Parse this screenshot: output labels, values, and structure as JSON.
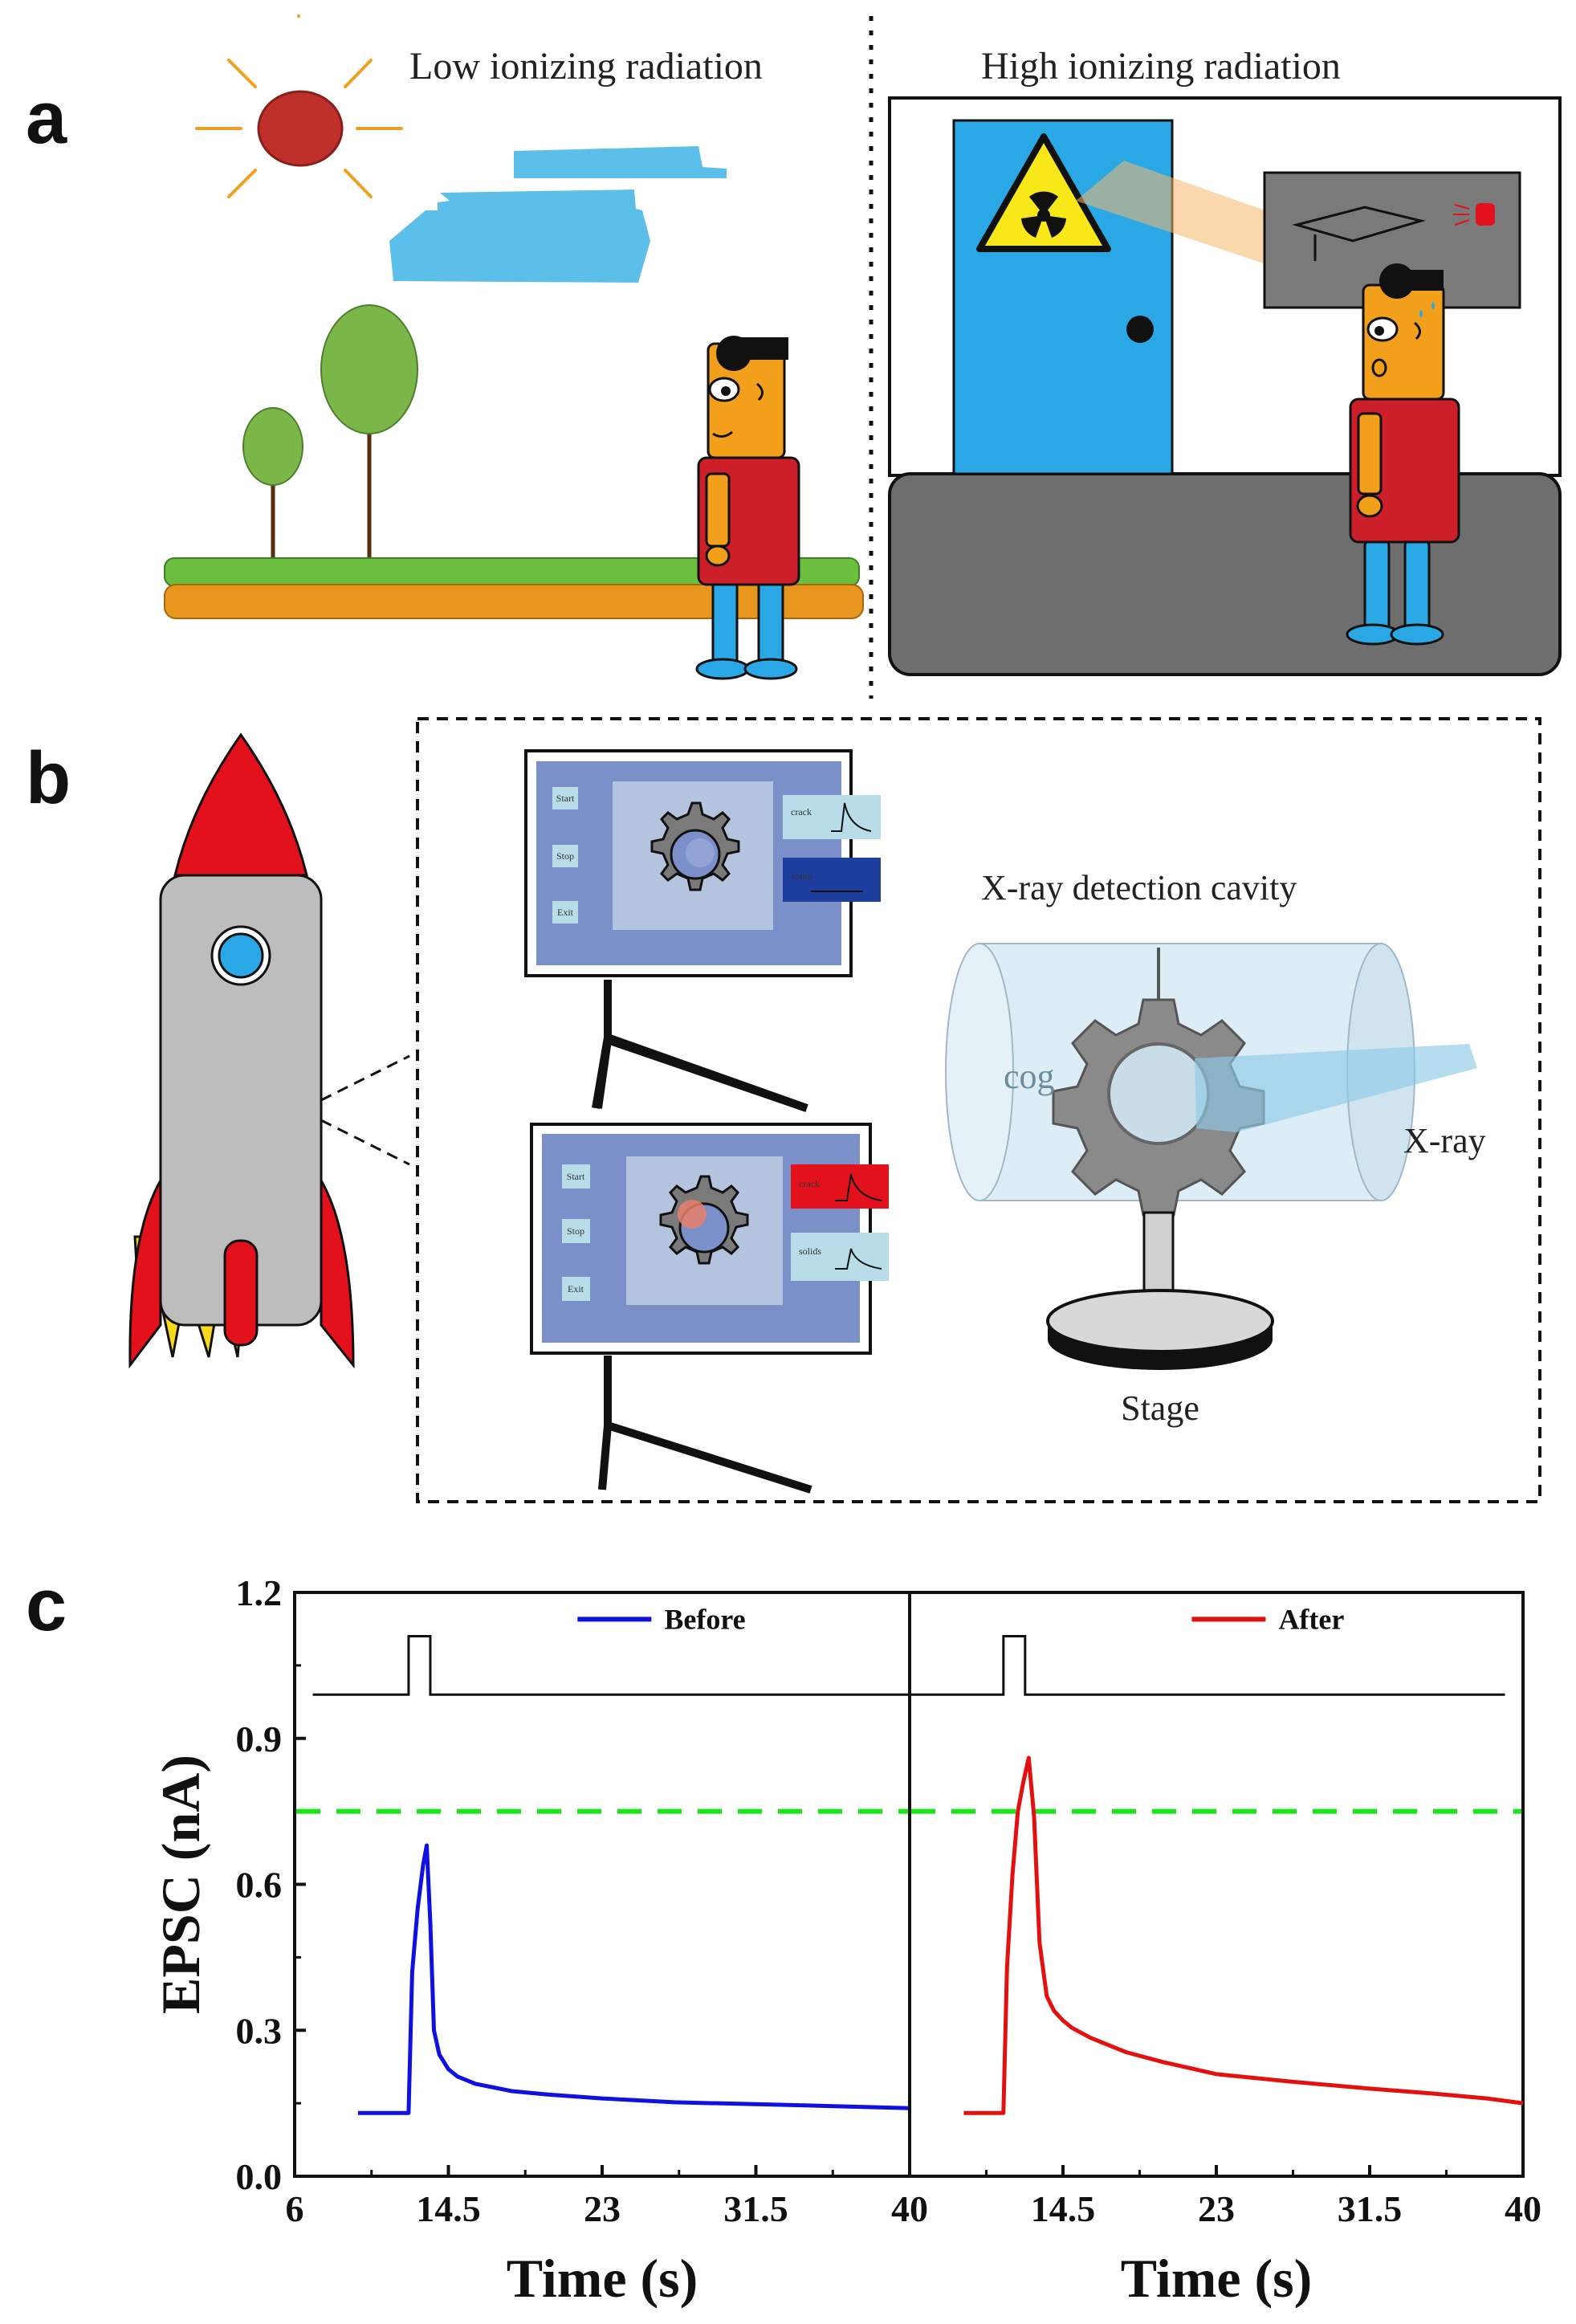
{
  "panels": {
    "a": {
      "label": "a",
      "left_title": "Low ionizing radiation",
      "right_title": "High ionizing radiation"
    },
    "b": {
      "label": "b",
      "cavity_title": "X-ray detection cavity",
      "cog_label": "cog",
      "xray_label": "X-ray",
      "stage_label": "Stage",
      "monitor_top": {
        "buttons": [
          "Start",
          "Stop",
          "Exit"
        ],
        "status_crack": "crack",
        "status_solids": "solids"
      },
      "monitor_bottom": {
        "buttons": [
          "Start",
          "Stop",
          "Exit"
        ],
        "status_crack": "crack",
        "status_solids": "solids"
      }
    },
    "c": {
      "label": "c"
    }
  },
  "chart_data": [
    {
      "type": "line",
      "title": "",
      "xlabel": "Time (s)",
      "ylabel": "EPSC (nA)",
      "xlim": [
        6,
        40
      ],
      "ylim": [
        0,
        1.2
      ],
      "x_ticks": [
        "6",
        "14.5",
        "23",
        "31.5",
        "40"
      ],
      "y_ticks": [
        "0.0",
        "0.3",
        "0.6",
        "0.9",
        "1.2"
      ],
      "threshold": 0.75,
      "series": [
        {
          "name": "Before",
          "color": "#1010e0",
          "x": [
            9.5,
            12.3,
            12.5,
            12.8,
            13.1,
            13.3,
            13.5,
            13.7,
            14.0,
            14.5,
            15,
            16,
            18,
            20,
            23,
            27,
            31.5,
            35,
            40
          ],
          "y": [
            0.13,
            0.13,
            0.42,
            0.55,
            0.64,
            0.68,
            0.52,
            0.3,
            0.25,
            0.22,
            0.205,
            0.19,
            0.175,
            0.168,
            0.16,
            0.152,
            0.148,
            0.145,
            0.14
          ]
        }
      ],
      "pulse": {
        "base": 0.99,
        "top": 1.11,
        "x_on": 12.3,
        "x_off": 13.5,
        "x_start": 7.0,
        "x_end": 40
      }
    },
    {
      "type": "line",
      "title": "",
      "xlabel": "Time (s)",
      "ylabel": "",
      "xlim": [
        6,
        40
      ],
      "ylim": [
        0,
        1.2
      ],
      "x_ticks": [
        "",
        "14.5",
        "23",
        "31.5",
        "40"
      ],
      "threshold": 0.75,
      "series": [
        {
          "name": "After",
          "color": "#e41010",
          "x": [
            9.0,
            11.2,
            11.4,
            11.7,
            12.0,
            12.3,
            12.6,
            12.9,
            13.2,
            13.6,
            14.0,
            14.5,
            15,
            16,
            18,
            20,
            23,
            27,
            31.5,
            35,
            38,
            40
          ],
          "y": [
            0.13,
            0.13,
            0.43,
            0.62,
            0.75,
            0.81,
            0.86,
            0.74,
            0.48,
            0.37,
            0.34,
            0.32,
            0.305,
            0.285,
            0.255,
            0.235,
            0.21,
            0.195,
            0.18,
            0.17,
            0.16,
            0.15
          ]
        }
      ],
      "pulse": {
        "base": 0.99,
        "top": 1.11,
        "x_on": 11.2,
        "x_off": 12.4,
        "x_start": 6.0,
        "x_end": 39
      }
    }
  ],
  "colors": {
    "sun": "#c0302a",
    "sun_rays": "#f0a020",
    "cloud": "#5bbfea",
    "tree": "#7ab648",
    "ground_green": "#6cbf3e",
    "ground_orange": "#e8961e",
    "door": "#2aa8e6",
    "shirt": "#cc1f2a",
    "skin": "#f2a01c",
    "legs": "#2aa8e6",
    "rocket_body": "#bdbdbd",
    "rocket_red": "#e3111b",
    "flame": "#f7d81c",
    "monitor_bg": "#7b8fc8",
    "threshold": "#19e619"
  }
}
